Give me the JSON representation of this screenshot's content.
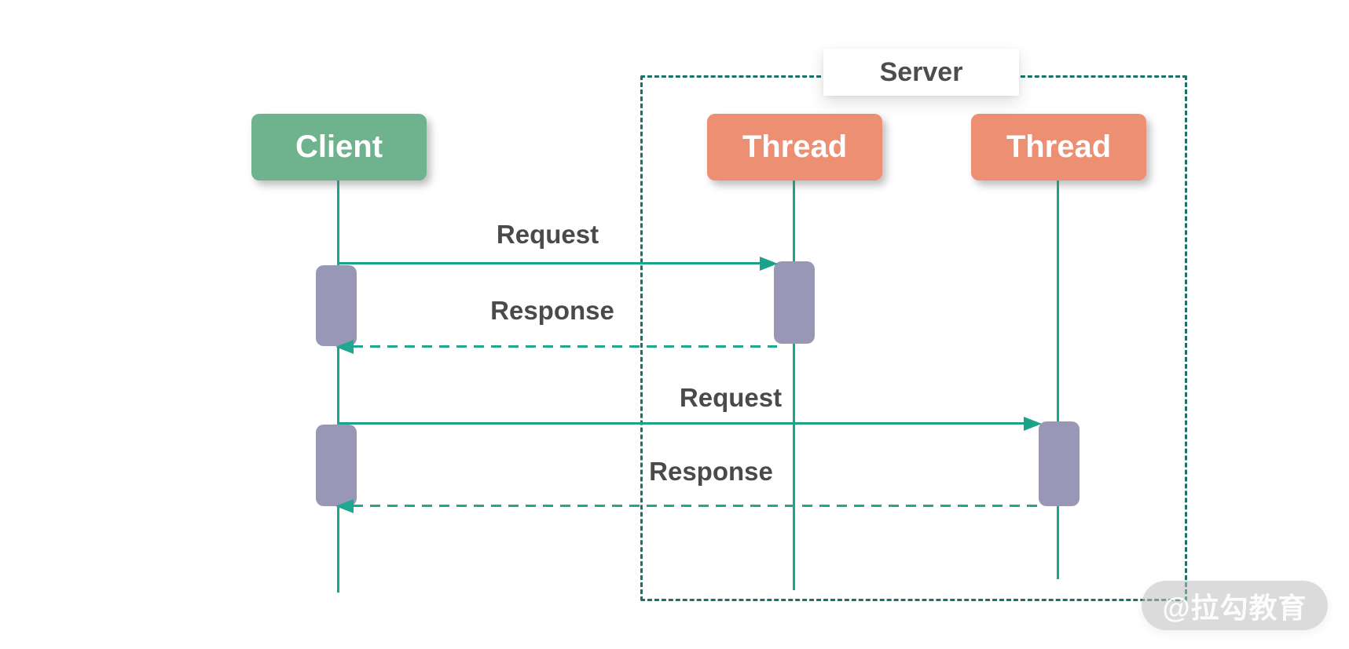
{
  "diagram": {
    "type": "sequence",
    "actors": [
      {
        "id": "client",
        "label": "Client",
        "color": "#6fb38e"
      },
      {
        "id": "thread1",
        "label": "Thread",
        "color": "#ec8f73"
      },
      {
        "id": "thread2",
        "label": "Thread",
        "color": "#ec8f73"
      }
    ],
    "boundary": {
      "label": "Server",
      "contains": [
        "thread1",
        "thread2"
      ],
      "border_color": "#1e7166",
      "border_style": "dashed"
    },
    "messages": [
      {
        "index": 1,
        "from": "client",
        "to": "thread1",
        "label": "Request",
        "style": "solid"
      },
      {
        "index": 2,
        "from": "thread1",
        "to": "client",
        "label": "Response",
        "style": "dashed"
      },
      {
        "index": 3,
        "from": "client",
        "to": "thread2",
        "label": "Request",
        "style": "solid"
      },
      {
        "index": 4,
        "from": "thread2",
        "to": "client",
        "label": "Response",
        "style": "dashed"
      }
    ],
    "colors": {
      "lifeline": "#18a68c",
      "arrow_solid": "#1ba38a",
      "arrow_dashed": "#1fa78f",
      "activation_bar": "#9898b6",
      "message_text": "#4a4a4a",
      "server_text": "#4d4d4d",
      "actor_text": "#ffffff"
    }
  },
  "watermark": {
    "text": "@拉勾教育"
  }
}
